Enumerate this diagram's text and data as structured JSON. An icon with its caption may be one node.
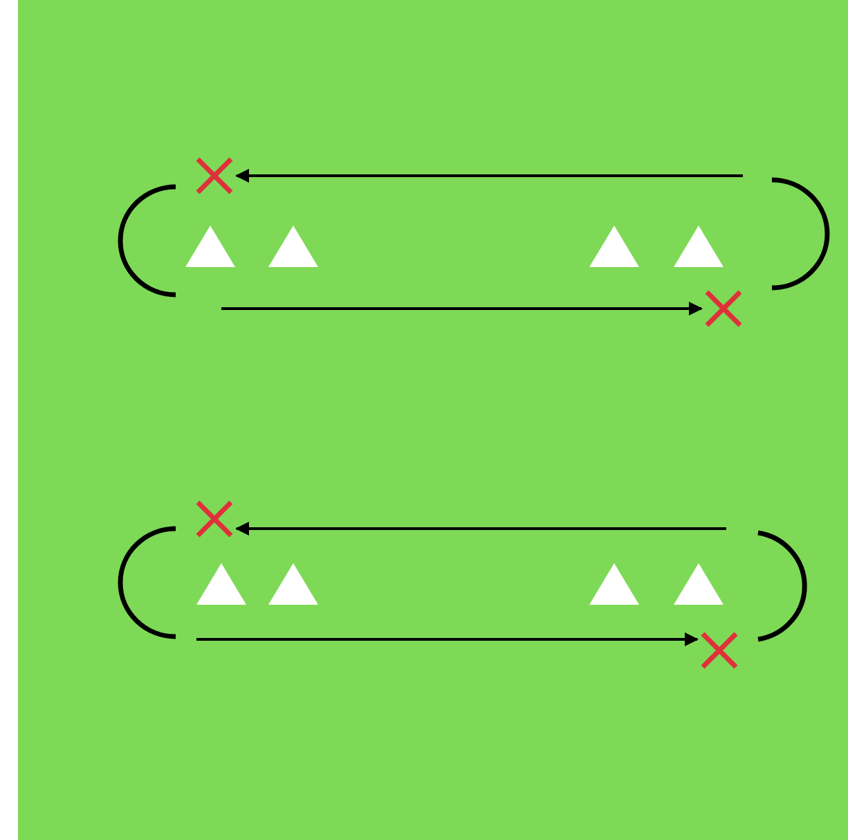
{
  "diagram": {
    "nodes": [
      {
        "text": [],
        "shape": "cross"
      },
      {
        "text": [],
        "shape": "triangle"
      },
      {
        "text": [],
        "shape": "triangle"
      },
      {
        "text": [],
        "shape": "triangle"
      },
      {
        "text": [],
        "shape": "triangle"
      },
      {
        "text": [],
        "shape": "cross"
      },
      {
        "text": [],
        "shape": "cross"
      },
      {
        "text": [],
        "shape": "triangle"
      },
      {
        "text": [],
        "shape": "triangle"
      },
      {
        "text": [],
        "shape": "triangle"
      },
      {
        "text": [],
        "shape": "triangle"
      },
      {
        "text": [],
        "shape": "cross"
      }
    ],
    "edges": [
      {
        "from": null,
        "to": 0,
        "arrow": "to"
      },
      {
        "from": null,
        "to": 5,
        "arrow": "to"
      },
      {
        "from": null,
        "to": 6,
        "arrow": "to"
      },
      {
        "from": null,
        "to": 11,
        "arrow": "to"
      }
    ]
  }
}
